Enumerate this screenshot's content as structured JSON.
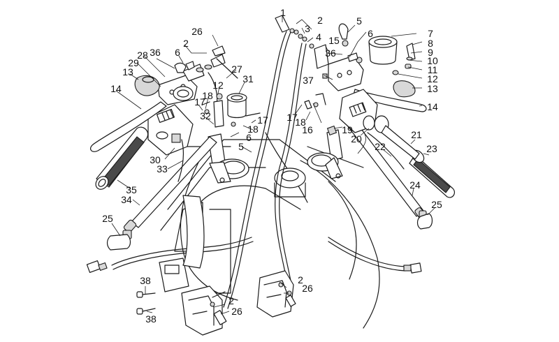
{
  "diagram": {
    "title": "Handlebar controls exploded parts diagram",
    "colors": {
      "line": "#1a1a1a",
      "background": "#ffffff",
      "grip_fill": "#4a4a4a",
      "shading": "#d8d8d8"
    },
    "callouts": [
      {
        "id": "c1",
        "label": "1"
      },
      {
        "id": "c2a",
        "label": "2"
      },
      {
        "id": "c3",
        "label": "3"
      },
      {
        "id": "c4",
        "label": "4"
      },
      {
        "id": "c5a",
        "label": "5"
      },
      {
        "id": "c6a",
        "label": "6"
      },
      {
        "id": "c7",
        "label": "7"
      },
      {
        "id": "c8",
        "label": "8"
      },
      {
        "id": "c9",
        "label": "9"
      },
      {
        "id": "c10",
        "label": "10"
      },
      {
        "id": "c11",
        "label": "11"
      },
      {
        "id": "c12a",
        "label": "12"
      },
      {
        "id": "c13a",
        "label": "13"
      },
      {
        "id": "c14a",
        "label": "14"
      },
      {
        "id": "c15",
        "label": "15"
      },
      {
        "id": "c36a",
        "label": "36"
      },
      {
        "id": "c37",
        "label": "37"
      },
      {
        "id": "c17a",
        "label": "17"
      },
      {
        "id": "c18a",
        "label": "18"
      },
      {
        "id": "c16",
        "label": "16"
      },
      {
        "id": "c19",
        "label": "19"
      },
      {
        "id": "c20",
        "label": "20"
      },
      {
        "id": "c21",
        "label": "21"
      },
      {
        "id": "c22",
        "label": "22"
      },
      {
        "id": "c23",
        "label": "23"
      },
      {
        "id": "c24",
        "label": "24"
      },
      {
        "id": "c25a",
        "label": "25"
      },
      {
        "id": "c26a",
        "label": "26"
      },
      {
        "id": "c2b",
        "label": "2"
      },
      {
        "id": "c6b",
        "label": "6"
      },
      {
        "id": "c36b",
        "label": "36"
      },
      {
        "id": "c28",
        "label": "28"
      },
      {
        "id": "c29",
        "label": "29"
      },
      {
        "id": "c13b",
        "label": "13"
      },
      {
        "id": "c14b",
        "label": "14"
      },
      {
        "id": "c27",
        "label": "27"
      },
      {
        "id": "c31",
        "label": "31"
      },
      {
        "id": "c12b",
        "label": "12"
      },
      {
        "id": "c18b",
        "label": "18"
      },
      {
        "id": "c17b",
        "label": "17"
      },
      {
        "id": "c32",
        "label": "32"
      },
      {
        "id": "c17c",
        "label": "17"
      },
      {
        "id": "c18c",
        "label": "18"
      },
      {
        "id": "c6c",
        "label": "6"
      },
      {
        "id": "c5b",
        "label": "5"
      },
      {
        "id": "c30",
        "label": "30"
      },
      {
        "id": "c33",
        "label": "33"
      },
      {
        "id": "c35",
        "label": "35"
      },
      {
        "id": "c34",
        "label": "34"
      },
      {
        "id": "c25b",
        "label": "25"
      },
      {
        "id": "c38a",
        "label": "38"
      },
      {
        "id": "c38b",
        "label": "38"
      },
      {
        "id": "c2c",
        "label": "2"
      },
      {
        "id": "c26b",
        "label": "26"
      },
      {
        "id": "c2d",
        "label": "2"
      },
      {
        "id": "c26c",
        "label": "26"
      }
    ]
  }
}
